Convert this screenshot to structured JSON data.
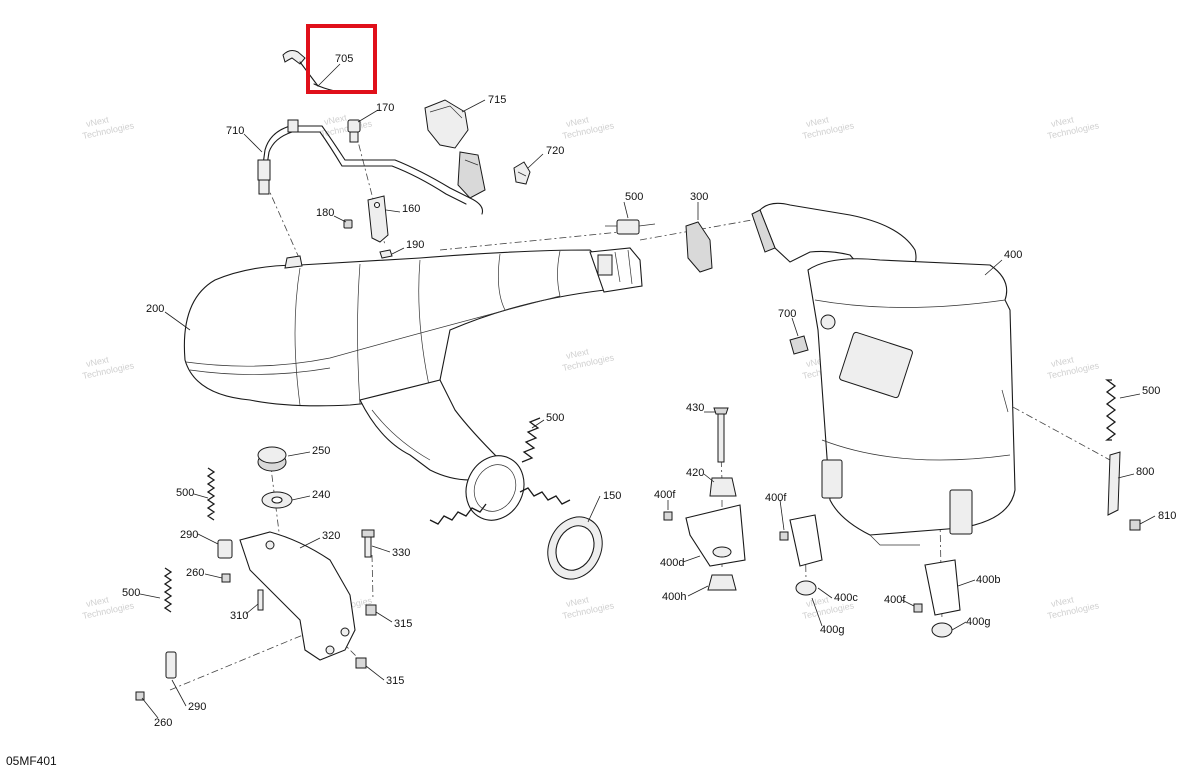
{
  "diagram": {
    "code": "05MF401",
    "watermark": [
      "vNext",
      "Technologies"
    ],
    "highlighted_part": "705",
    "callouts": [
      {
        "id": "705",
        "label": "705"
      },
      {
        "id": "170",
        "label": "170"
      },
      {
        "id": "715",
        "label": "715"
      },
      {
        "id": "710",
        "label": "710"
      },
      {
        "id": "720",
        "label": "720"
      },
      {
        "id": "160",
        "label": "160"
      },
      {
        "id": "180",
        "label": "180"
      },
      {
        "id": "190",
        "label": "190"
      },
      {
        "id": "500a",
        "label": "500"
      },
      {
        "id": "300",
        "label": "300"
      },
      {
        "id": "400",
        "label": "400"
      },
      {
        "id": "200",
        "label": "200"
      },
      {
        "id": "700",
        "label": "700"
      },
      {
        "id": "500b",
        "label": "500"
      },
      {
        "id": "430",
        "label": "430"
      },
      {
        "id": "500c",
        "label": "500"
      },
      {
        "id": "250",
        "label": "250"
      },
      {
        "id": "420",
        "label": "420"
      },
      {
        "id": "240",
        "label": "240"
      },
      {
        "id": "500d",
        "label": "500"
      },
      {
        "id": "150",
        "label": "150"
      },
      {
        "id": "400f-a",
        "label": "400f"
      },
      {
        "id": "400f-b",
        "label": "400f"
      },
      {
        "id": "800",
        "label": "800"
      },
      {
        "id": "810",
        "label": "810"
      },
      {
        "id": "290a",
        "label": "290"
      },
      {
        "id": "320",
        "label": "320"
      },
      {
        "id": "400d",
        "label": "400d"
      },
      {
        "id": "330",
        "label": "330"
      },
      {
        "id": "260a",
        "label": "260"
      },
      {
        "id": "500e",
        "label": "500"
      },
      {
        "id": "400h",
        "label": "400h"
      },
      {
        "id": "400c",
        "label": "400c"
      },
      {
        "id": "400b",
        "label": "400b"
      },
      {
        "id": "310",
        "label": "310"
      },
      {
        "id": "315a",
        "label": "315"
      },
      {
        "id": "400f-c",
        "label": "400f"
      },
      {
        "id": "400g-a",
        "label": "400g"
      },
      {
        "id": "400g-b",
        "label": "400g"
      },
      {
        "id": "315b",
        "label": "315"
      },
      {
        "id": "290b",
        "label": "290"
      },
      {
        "id": "260b",
        "label": "260"
      }
    ]
  }
}
